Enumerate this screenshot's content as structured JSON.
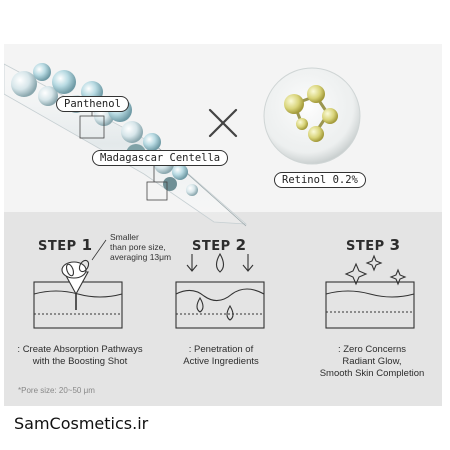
{
  "top": {
    "label_panthenol": "Panthenol",
    "label_centella": "Madagascar Centella",
    "label_retinol": "Retinol 0.2%"
  },
  "steps": [
    {
      "title": "STEP",
      "num": "1",
      "caption_line1": ": Create Absorption Pathways",
      "caption_line2": "with the Boosting Shot"
    },
    {
      "title": "STEP",
      "num": "2",
      "caption_line1": ": Penetration of",
      "caption_line2": "Active Ingredients"
    },
    {
      "title": "STEP",
      "num": "3",
      "caption_line1": ": Zero Concerns",
      "caption_line2": "Radiant Glow,",
      "caption_line3": "Smooth Skin Completion"
    }
  ],
  "step1_note": {
    "line1": "Smaller",
    "line2": "than pore size,",
    "line3": "averaging 13μm"
  },
  "pore_size": "*Pore size: 20~50 μm",
  "footer": "SamCosmetics.ir"
}
